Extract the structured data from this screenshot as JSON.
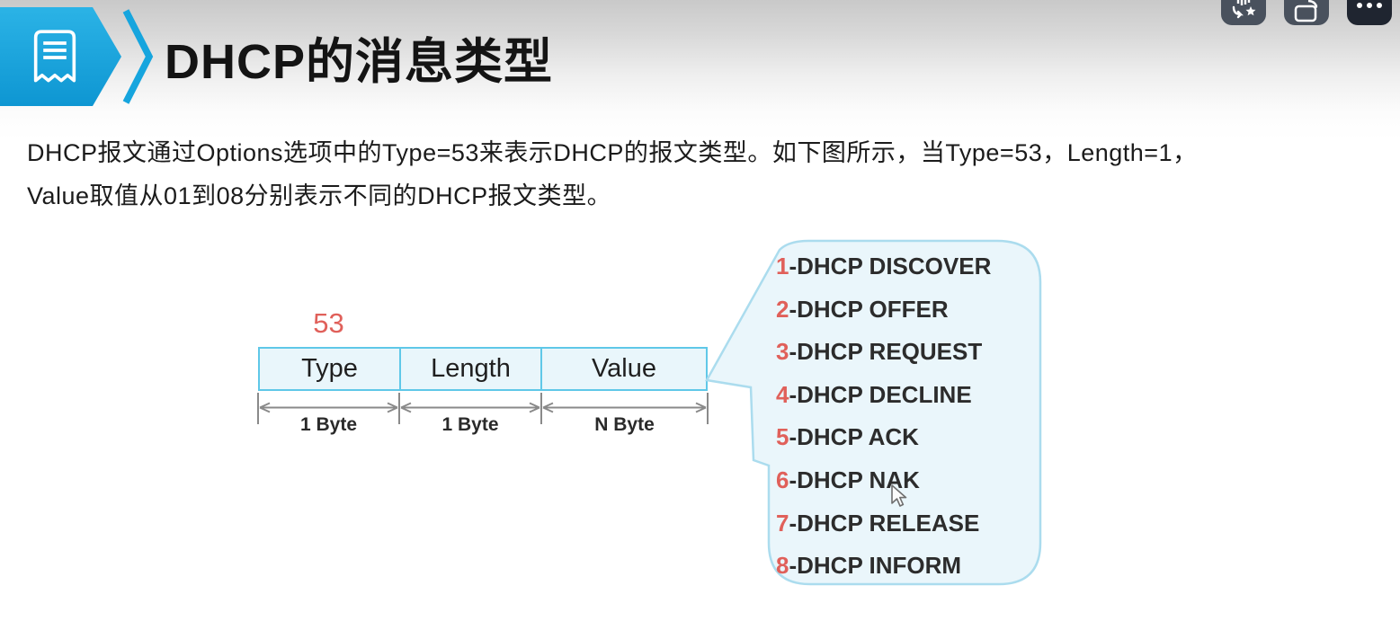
{
  "header": {
    "title": "DHCP的消息类型"
  },
  "toolbar": {
    "buttons": [
      {
        "icon": "voice-translate-icon"
      },
      {
        "icon": "popout-window-icon"
      },
      {
        "icon": "more-options-icon"
      }
    ]
  },
  "paragraph": {
    "line1": "DHCP报文通过Options选项中的Type=53来表示DHCP的报文类型。如下图所示，当Type=53，Length=1，",
    "line2": "Value取值从01到08分别表示不同的DHCP报文类型。"
  },
  "diagram": {
    "option_value": "53",
    "fields": [
      {
        "label": "Type",
        "size": "1 Byte"
      },
      {
        "label": "Length",
        "size": "1 Byte"
      },
      {
        "label": "Value",
        "size": "N Byte"
      }
    ],
    "callout": {
      "items": [
        {
          "num": "1",
          "text": "-DHCP DISCOVER"
        },
        {
          "num": "2",
          "text": "-DHCP OFFER"
        },
        {
          "num": "3",
          "text": "-DHCP REQUEST"
        },
        {
          "num": "4",
          "text": "-DHCP DECLINE"
        },
        {
          "num": "5",
          "text": "-DHCP ACK"
        },
        {
          "num": "6",
          "text": "-DHCP NAK"
        },
        {
          "num": "7",
          "text": "-DHCP RELEASE"
        },
        {
          "num": "8",
          "text": "-DHCP INFORM"
        }
      ]
    }
  },
  "colors": {
    "accent-blue": "#16a5de",
    "badge-blue-top": "#2bb3e6",
    "badge-blue-bottom": "#0e96d2",
    "red": "#e0605a",
    "table-border": "#5fc8e8",
    "table-fill": "#e9f6fb",
    "bubble-border": "#abdcee",
    "bubble-fill": "#eaf6fb",
    "arrow-gray": "#8a8a8a",
    "btn-gray": "#49515d",
    "btn-dark": "#1f2530"
  }
}
